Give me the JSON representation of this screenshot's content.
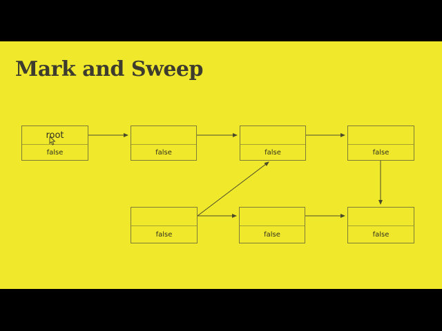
{
  "slide": {
    "title": "Mark and Sweep",
    "background_color": "#f0e92b",
    "letterbox_color": "#000000",
    "title_color": "#3d3c2e"
  },
  "diagram": {
    "border_color": "#7e7b38",
    "divider_color": "#a5a12e",
    "arrow_color": "#4a492b",
    "label_color": "#2f2e1f",
    "nodes": [
      {
        "id": "root-node",
        "top_label": "root",
        "bottom_label": "false"
      },
      {
        "id": "top-node-2",
        "top_label": "",
        "bottom_label": "false"
      },
      {
        "id": "top-node-3",
        "top_label": "",
        "bottom_label": "false"
      },
      {
        "id": "top-node-4",
        "top_label": "",
        "bottom_label": "false"
      },
      {
        "id": "bottom-node-1",
        "top_label": "",
        "bottom_label": "false"
      },
      {
        "id": "bottom-node-2",
        "top_label": "",
        "bottom_label": "false"
      },
      {
        "id": "bottom-node-3",
        "top_label": "",
        "bottom_label": "false"
      }
    ],
    "edges": [
      {
        "from": "root-node",
        "to": "top-node-2"
      },
      {
        "from": "top-node-2",
        "to": "top-node-3"
      },
      {
        "from": "top-node-3",
        "to": "top-node-4"
      },
      {
        "from": "top-node-4",
        "to": "bottom-node-3"
      },
      {
        "from": "bottom-node-1",
        "to": "top-node-3"
      },
      {
        "from": "bottom-node-1",
        "to": "bottom-node-2"
      },
      {
        "from": "bottom-node-2",
        "to": "bottom-node-3"
      }
    ]
  },
  "cursor": {
    "icon": "mouse-pointer"
  }
}
